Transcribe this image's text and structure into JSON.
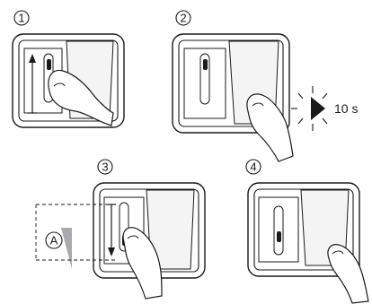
{
  "steps": [
    {
      "number": "1",
      "action": "slide-up"
    },
    {
      "number": "2",
      "action": "hold"
    },
    {
      "number": "3",
      "action": "slide-down"
    },
    {
      "number": "4",
      "action": "release"
    }
  ],
  "timer": {
    "label": "10 s",
    "icon": "timer-icon"
  },
  "marker": {
    "label": "A"
  },
  "colors": {
    "stroke": "#1a1a1a",
    "frame": "#ffffff",
    "wedge": "#a8aaad",
    "paddle": "#f4f4f4"
  }
}
